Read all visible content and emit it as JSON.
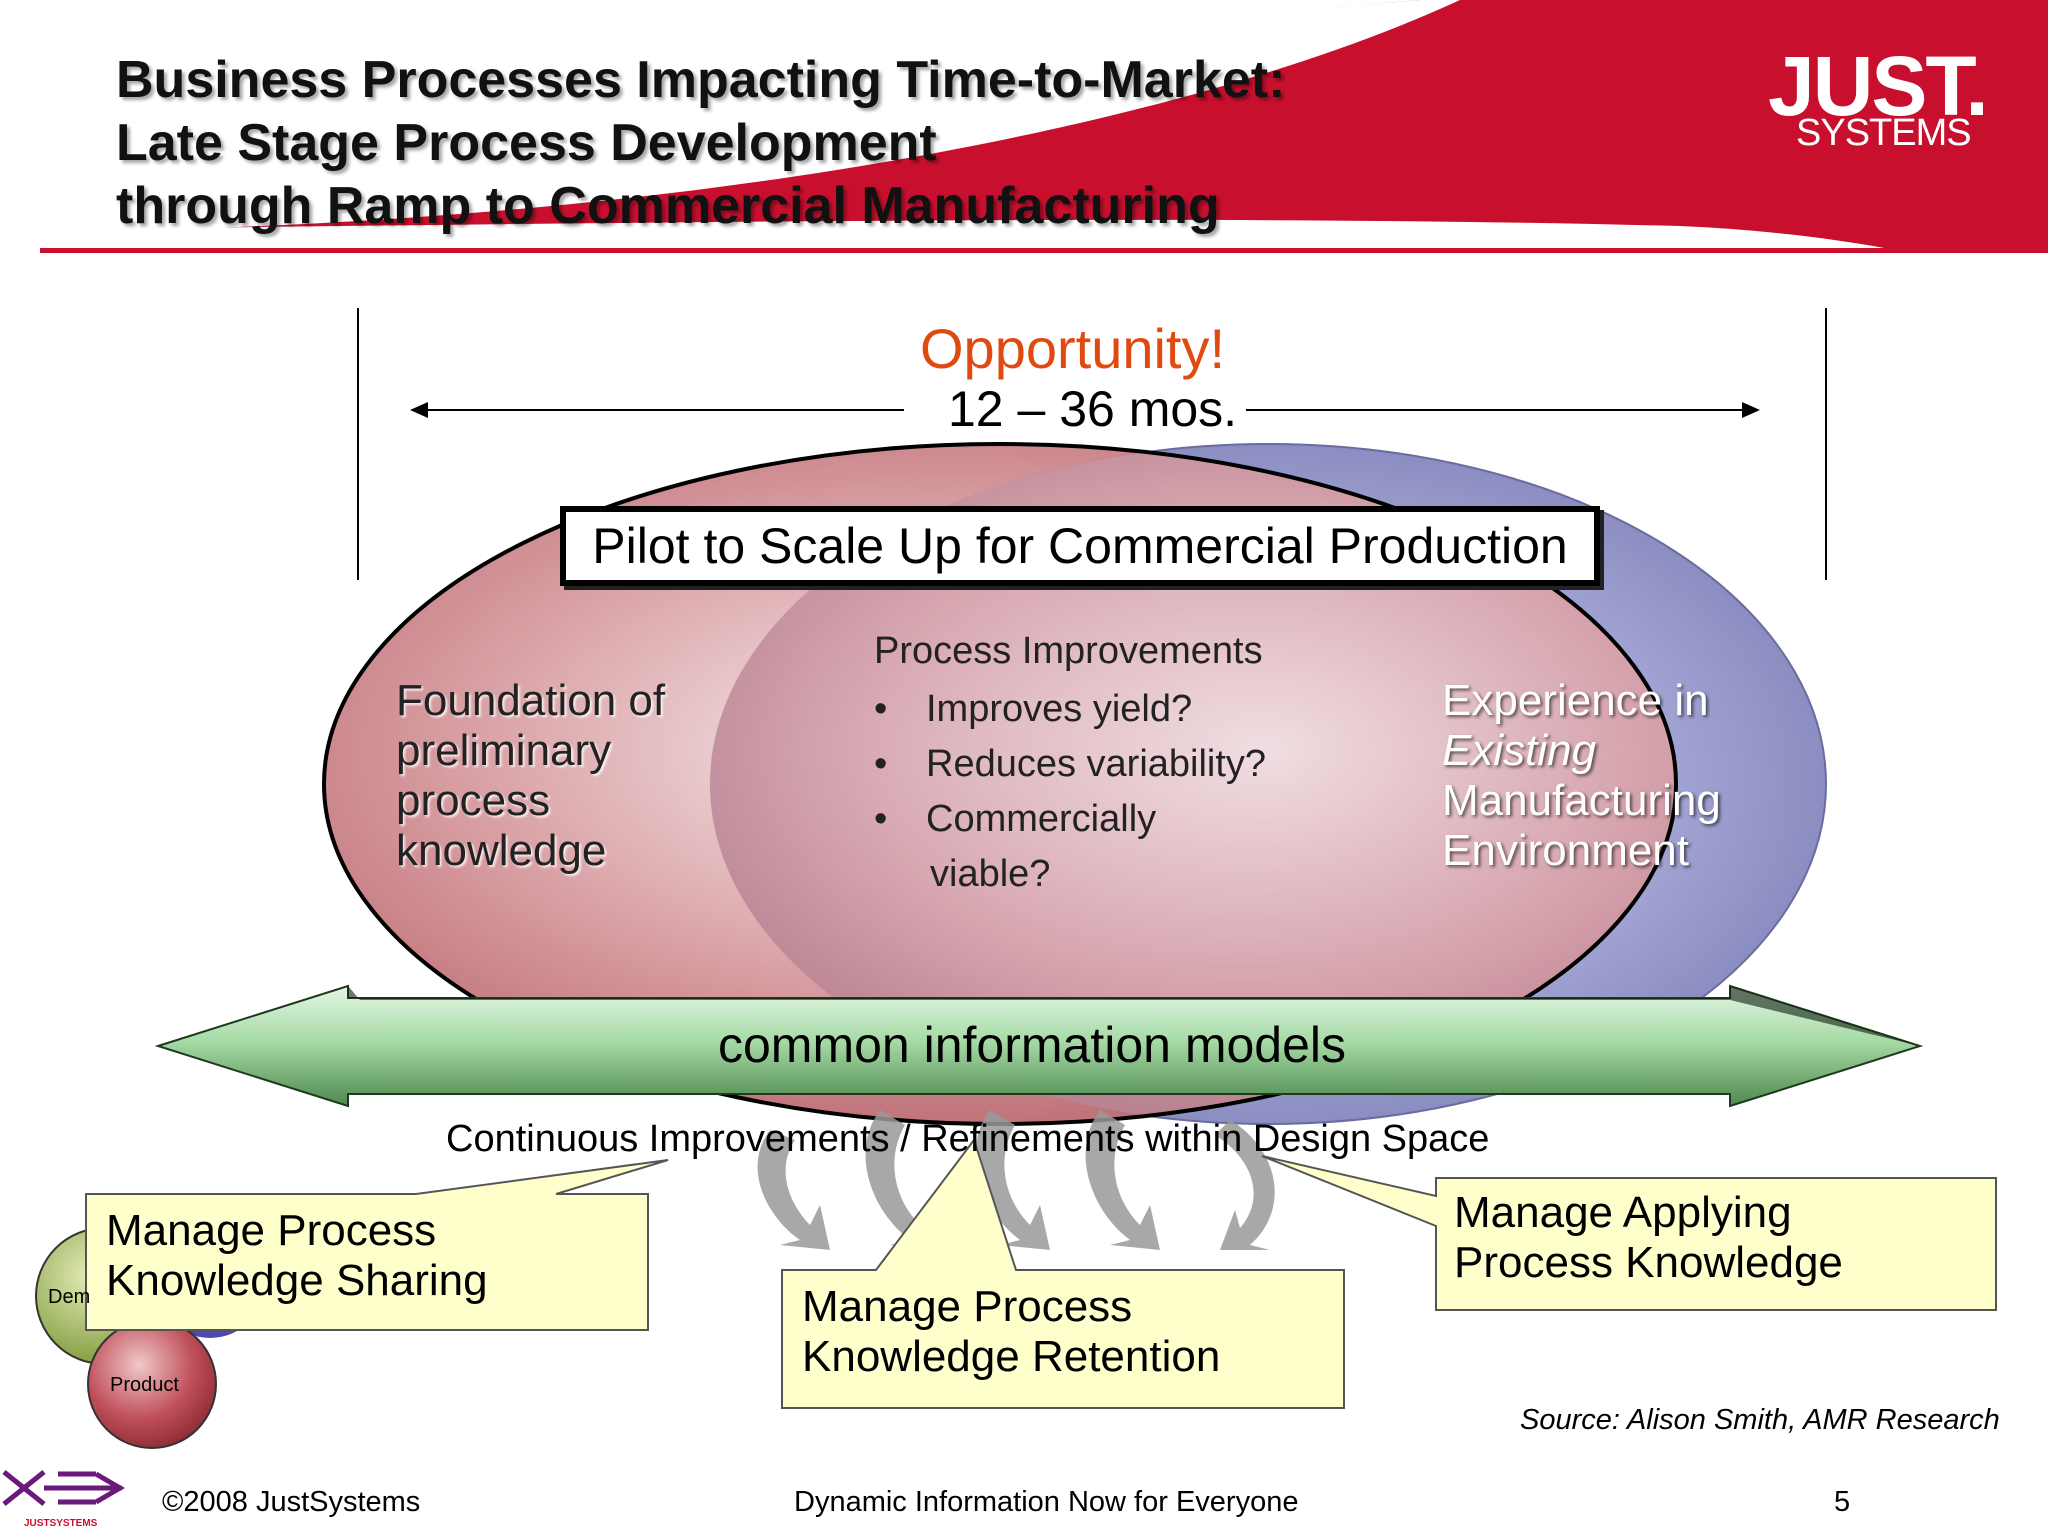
{
  "header": {
    "title_lines": [
      "Business Processes Impacting Time-to-Market:",
      "Late Stage Process Development",
      "through Ramp to Commercial Manufacturing"
    ],
    "logo": {
      "primary": "JUST.",
      "secondary": "SYSTEMS"
    },
    "accent_color": "#c8102e"
  },
  "diagram": {
    "opportunity": "Opportunity!",
    "duration": "12 – 36 mos.",
    "pilot_box": "Pilot to Scale Up for Commercial Production",
    "left_circle_lines": [
      "Foundation of",
      "preliminary",
      "process",
      "knowledge"
    ],
    "right_circle": {
      "line1": "Experience in",
      "line2": "Existing",
      "line3": "Manufacturing",
      "line4": "Environment"
    },
    "overlap": {
      "title": "Process Improvements",
      "bullets": [
        "Improves yield?",
        "Reduces variability?",
        "Commercially"
      ],
      "bullet_continuation": "viable?"
    },
    "banner": "common information models",
    "continuous": "Continuous Improvements / Refinements within Design Space",
    "callouts": {
      "sharing": [
        "Manage Process",
        "Knowledge Sharing"
      ],
      "retention": [
        "Manage Process",
        "Knowledge Retention"
      ],
      "applying": [
        "Manage Applying",
        "Process Knowledge"
      ]
    },
    "small_circles": {
      "left_partial": "Dem",
      "product": "Product"
    },
    "colors": {
      "left_circle": "#c97a80",
      "right_circle": "#9a9ccc",
      "banner": "#a8dba8",
      "callout_fill": "#ffffcc",
      "opportunity_text": "#e04a10"
    }
  },
  "source": "Source: Alison Smith, AMR Research",
  "footer": {
    "copyright": "©2008 JustSystems",
    "tagline": "Dynamic Information Now for Everyone",
    "page_number": "5",
    "logo_small": "JUSTSYSTEMS"
  }
}
